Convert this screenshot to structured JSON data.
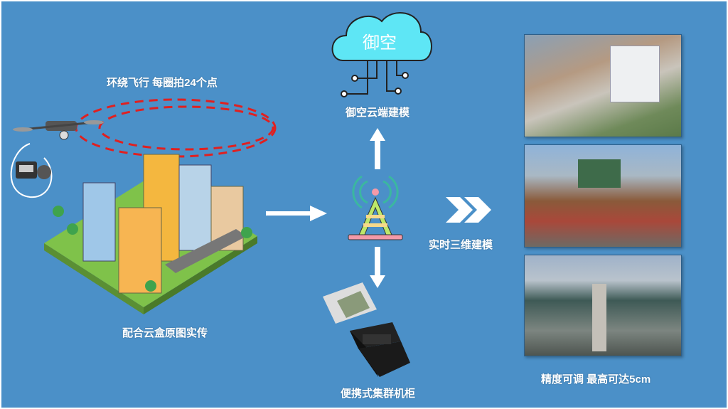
{
  "labels": {
    "flight": "环绕飞行 每圈拍24个点",
    "cloud_box": "配合云盒原图实传",
    "cloud_modeling": "御空云端建模",
    "cloud_logo": "御空",
    "cabinet": "便携式集群机柜",
    "realtime": "实时三维建模",
    "precision": "精度可调 最高可达5cm"
  },
  "colors": {
    "background": "#4b90c8",
    "orbit": "#e02020",
    "cloud": "#5ee6f5"
  }
}
